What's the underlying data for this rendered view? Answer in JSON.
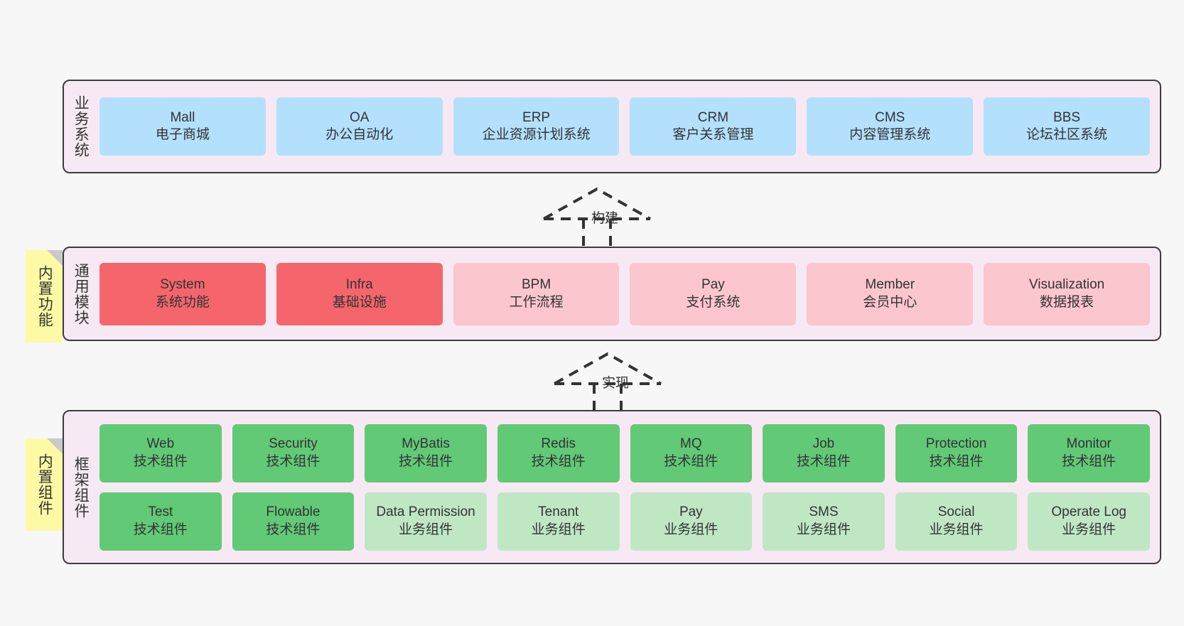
{
  "diagram": {
    "background": "#f7f7f7",
    "band_fill": "#f7e9f3",
    "band_stroke": "#3c3c3c",
    "note_fill": "#fdfaa5",
    "note_fold": "#c9c9c9",
    "colors": {
      "business_system": "#b3e0fc",
      "module_core": "#f4666c",
      "module_optional": "#fbc6cd",
      "component_tech": "#62c977",
      "component_business": "#bfe7c4"
    }
  },
  "layers": [
    {
      "id": "business-system",
      "title": "业务系统",
      "rows": [
        {
          "cards": [
            {
              "name": "Mall",
              "sub": "电子商城",
              "color": "c-blue"
            },
            {
              "name": "OA",
              "sub": "办公自动化",
              "color": "c-blue"
            },
            {
              "name": "ERP",
              "sub": "企业资源计划系统",
              "color": "c-blue"
            },
            {
              "name": "CRM",
              "sub": "客户关系管理",
              "color": "c-blue"
            },
            {
              "name": "CMS",
              "sub": "内容管理系统",
              "color": "c-blue"
            },
            {
              "name": "BBS",
              "sub": "论坛社区系统",
              "color": "c-blue"
            }
          ]
        }
      ]
    },
    {
      "id": "common-module",
      "title": "通用模块",
      "note": "内置功能",
      "rows": [
        {
          "cards": [
            {
              "name": "System",
              "sub": "系统功能",
              "color": "c-red"
            },
            {
              "name": "Infra",
              "sub": "基础设施",
              "color": "c-red"
            },
            {
              "name": "BPM",
              "sub": "工作流程",
              "color": "c-pink"
            },
            {
              "name": "Pay",
              "sub": "支付系统",
              "color": "c-pink"
            },
            {
              "name": "Member",
              "sub": "会员中心",
              "color": "c-pink"
            },
            {
              "name": "Visualization",
              "sub": "数据报表",
              "color": "c-pink"
            }
          ]
        }
      ]
    },
    {
      "id": "framework-component",
      "title": "框架组件",
      "note": "内置组件",
      "rows": [
        {
          "cards": [
            {
              "name": "Web",
              "sub": "技术组件",
              "color": "c-green-dark"
            },
            {
              "name": "Security",
              "sub": "技术组件",
              "color": "c-green-dark"
            },
            {
              "name": "MyBatis",
              "sub": "技术组件",
              "color": "c-green-dark"
            },
            {
              "name": "Redis",
              "sub": "技术组件",
              "color": "c-green-dark"
            },
            {
              "name": "MQ",
              "sub": "技术组件",
              "color": "c-green-dark"
            },
            {
              "name": "Job",
              "sub": "技术组件",
              "color": "c-green-dark"
            },
            {
              "name": "Protection",
              "sub": "技术组件",
              "color": "c-green-dark"
            },
            {
              "name": "Monitor",
              "sub": "技术组件",
              "color": "c-green-dark"
            }
          ]
        },
        {
          "cards": [
            {
              "name": "Test",
              "sub": "技术组件",
              "color": "c-green-dark"
            },
            {
              "name": "Flowable",
              "sub": "技术组件",
              "color": "c-green-dark"
            },
            {
              "name": "Data Permission",
              "sub": "业务组件",
              "color": "c-green-light"
            },
            {
              "name": "Tenant",
              "sub": "业务组件",
              "color": "c-green-light"
            },
            {
              "name": "Pay",
              "sub": "业务组件",
              "color": "c-green-light"
            },
            {
              "name": "SMS",
              "sub": "业务组件",
              "color": "c-green-light"
            },
            {
              "name": "Social",
              "sub": "业务组件",
              "color": "c-green-light"
            },
            {
              "name": "Operate Log",
              "sub": "业务组件",
              "color": "c-green-light"
            }
          ]
        }
      ]
    }
  ],
  "connectors": [
    {
      "id": "build",
      "label": "构建"
    },
    {
      "id": "realize",
      "label": "实现"
    }
  ]
}
